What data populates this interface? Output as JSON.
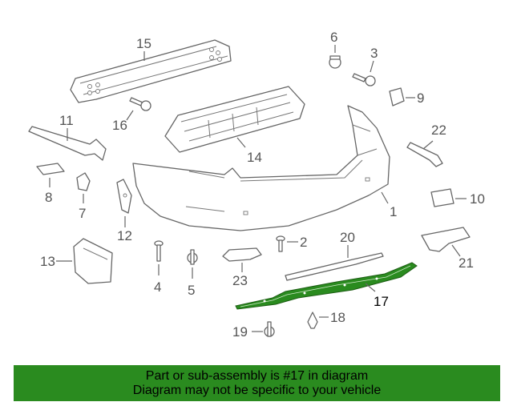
{
  "diagram": {
    "highlight_color": "#2a8b1f",
    "callouts": {
      "c1": "1",
      "c2": "2",
      "c3": "3",
      "c4": "4",
      "c5": "5",
      "c6": "6",
      "c7": "7",
      "c8": "8",
      "c9": "9",
      "c10": "10",
      "c11": "11",
      "c12": "12",
      "c13": "13",
      "c14": "14",
      "c15": "15",
      "c16": "16",
      "c17": "17",
      "c18": "18",
      "c19": "19",
      "c20": "20",
      "c21": "21",
      "c22": "22",
      "c23": "23"
    }
  },
  "banner": {
    "line1": "Part or sub-assembly is #17 in diagram",
    "line2": "Diagram may not be specific to your vehicle",
    "background": "#2a8b1f"
  }
}
